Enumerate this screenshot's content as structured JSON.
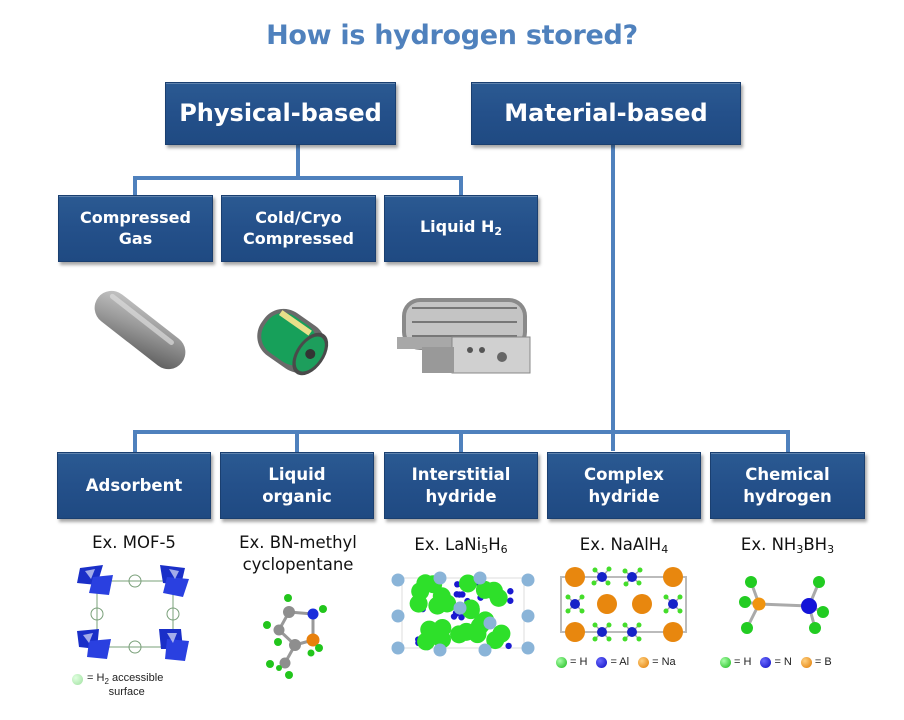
{
  "title": "How is hydrogen stored?",
  "colors": {
    "box": "#24508a",
    "connector": "#4f81bd",
    "title": "#4f81bd",
    "hydrogen": "#2ecc40",
    "aluminum": "#1a1adf",
    "sodium": "#e88a10",
    "nitrogen": "#1a1adf",
    "boron": "#f0940f"
  },
  "level1": [
    {
      "label": "Physical-based"
    },
    {
      "label": "Material-based"
    }
  ],
  "physical": [
    {
      "line1": "Compressed",
      "line2": "Gas",
      "image": "compressed-gas-tank"
    },
    {
      "line1": "Cold/Cryo",
      "line2": "Compressed",
      "image": "cryo-compressed-tank"
    },
    {
      "label": "Liquid H",
      "sub": "2",
      "image": "liquid-h2-tank"
    }
  ],
  "material": [
    {
      "line1": "Adsorbent",
      "line2": "",
      "example": "Ex. MOF-5",
      "image": "mof-5-structure"
    },
    {
      "line1": "Liquid",
      "line2": "organic",
      "example": "Ex. BN-methyl",
      "example2": "cyclopentane",
      "image": "bn-methyl-cyclopentane-molecule"
    },
    {
      "line1": "Interstitial",
      "line2": "hydride",
      "example_parts": [
        "Ex. LaNi",
        "5",
        "H",
        "6"
      ],
      "image": "lani5h6-lattice"
    },
    {
      "line1": "Complex",
      "line2": "hydride",
      "example_parts": [
        "Ex. NaAlH",
        "4"
      ],
      "image": "naalh4-lattice"
    },
    {
      "line1": "Chemical",
      "line2": "hydrogen",
      "example_parts": [
        "Ex. NH",
        "3",
        "BH",
        "3"
      ],
      "image": "nh3bh3-molecule"
    }
  ],
  "legends": {
    "mof": {
      "prefix": "= H",
      "sub": "2",
      "suffix": " accessible",
      "line2": "surface"
    },
    "naalh4": [
      {
        "label": "= H"
      },
      {
        "label": "= Al"
      },
      {
        "label": "= Na"
      }
    ],
    "nh3bh3": [
      {
        "label": "= H"
      },
      {
        "label": "= N"
      },
      {
        "label": "= B"
      }
    ]
  }
}
